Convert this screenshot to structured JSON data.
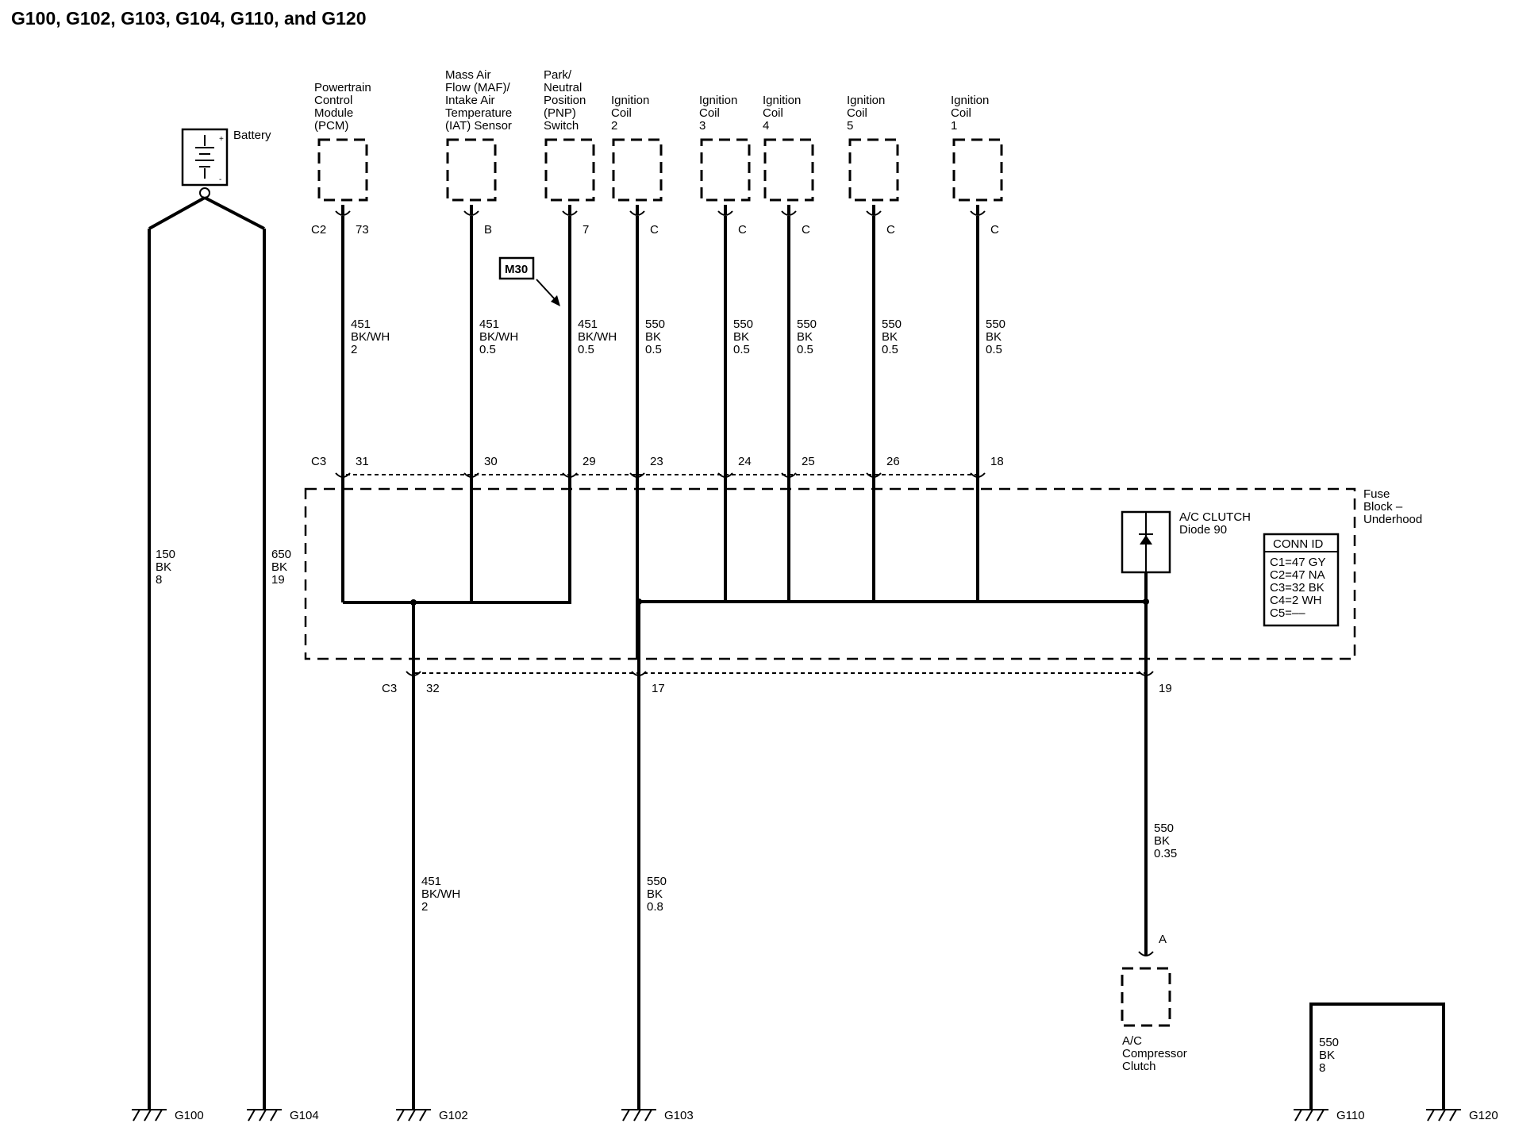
{
  "title": "G100, G102, G103, G104, G110, and G120",
  "battery": {
    "label": "Battery"
  },
  "fuse_block": {
    "label": [
      "Fuse",
      "Block –",
      "Underhood"
    ]
  },
  "diode": {
    "label": [
      "A/C CLUTCH",
      "Diode 90"
    ]
  },
  "conn_id": {
    "header": "CONN ID",
    "rows": [
      "C1=47 GY",
      "C2=47 NA",
      "C3=32 BK",
      "C4=2 WH",
      "C5=––"
    ]
  },
  "m30_tag": "M30",
  "components": [
    {
      "id": "pcm",
      "label": [
        "Powertrain",
        "Control",
        "Module",
        "(PCM)"
      ],
      "conn": "C2",
      "pin": "73",
      "wire": [
        "451",
        "BK/WH",
        "2"
      ],
      "splice_conn": "C3",
      "splice_pin": "31"
    },
    {
      "id": "maf",
      "label": [
        "Mass Air",
        "Flow (MAF)/",
        "Intake Air",
        "Temperature",
        "(IAT) Sensor"
      ],
      "conn": "",
      "pin": "B",
      "wire": [
        "451",
        "BK/WH",
        "0.5"
      ],
      "splice_conn": "",
      "splice_pin": "30"
    },
    {
      "id": "pnp",
      "label": [
        "Park/",
        "Neutral",
        "Position",
        "(PNP)",
        "Switch"
      ],
      "conn": "",
      "pin": "7",
      "wire": [
        "451",
        "BK/WH",
        "0.5"
      ],
      "splice_conn": "",
      "splice_pin": "29"
    },
    {
      "id": "coil2",
      "label": [
        "Ignition",
        "Coil",
        "2"
      ],
      "conn": "",
      "pin": "C",
      "wire": [
        "550",
        "BK",
        "0.5"
      ],
      "splice_conn": "",
      "splice_pin": "23"
    },
    {
      "id": "coil3",
      "label": [
        "Ignition",
        "Coil",
        "3"
      ],
      "conn": "",
      "pin": "C",
      "wire": [
        "550",
        "BK",
        "0.5"
      ],
      "splice_conn": "",
      "splice_pin": "24"
    },
    {
      "id": "coil4",
      "label": [
        "Ignition",
        "Coil",
        "4"
      ],
      "conn": "",
      "pin": "C",
      "wire": [
        "550",
        "BK",
        "0.5"
      ],
      "splice_conn": "",
      "splice_pin": "25"
    },
    {
      "id": "coil5",
      "label": [
        "Ignition",
        "Coil",
        "5"
      ],
      "conn": "",
      "pin": "C",
      "wire": [
        "550",
        "BK",
        "0.5"
      ],
      "splice_conn": "",
      "splice_pin": "26"
    },
    {
      "id": "coil1",
      "label": [
        "Ignition",
        "Coil",
        "1"
      ],
      "conn": "",
      "pin": "C",
      "wire": [
        "550",
        "BK",
        "0.5"
      ],
      "splice_conn": "",
      "splice_pin": "18"
    }
  ],
  "battery_wires": [
    {
      "wire": [
        "150",
        "BK",
        "8"
      ],
      "ground": "G100"
    },
    {
      "wire": [
        "650",
        "BK",
        "19"
      ],
      "ground": "G104"
    }
  ],
  "lower_outputs": [
    {
      "conn": "C3",
      "pin": "32",
      "wire": [
        "451",
        "BK/WH",
        "2"
      ],
      "ground": "G102"
    },
    {
      "conn": "",
      "pin": "17",
      "wire": [
        "550",
        "BK",
        "0.8"
      ],
      "ground": "G103"
    },
    {
      "conn": "",
      "pin": "19",
      "wire": [
        "550",
        "BK",
        "0.35"
      ],
      "ground": ""
    }
  ],
  "compressor": {
    "pin": "A",
    "label": [
      "A/C",
      "Compressor",
      "Clutch"
    ]
  },
  "strap": {
    "wire": [
      "550",
      "BK",
      "8"
    ],
    "grounds": [
      "G110",
      "G120"
    ]
  }
}
